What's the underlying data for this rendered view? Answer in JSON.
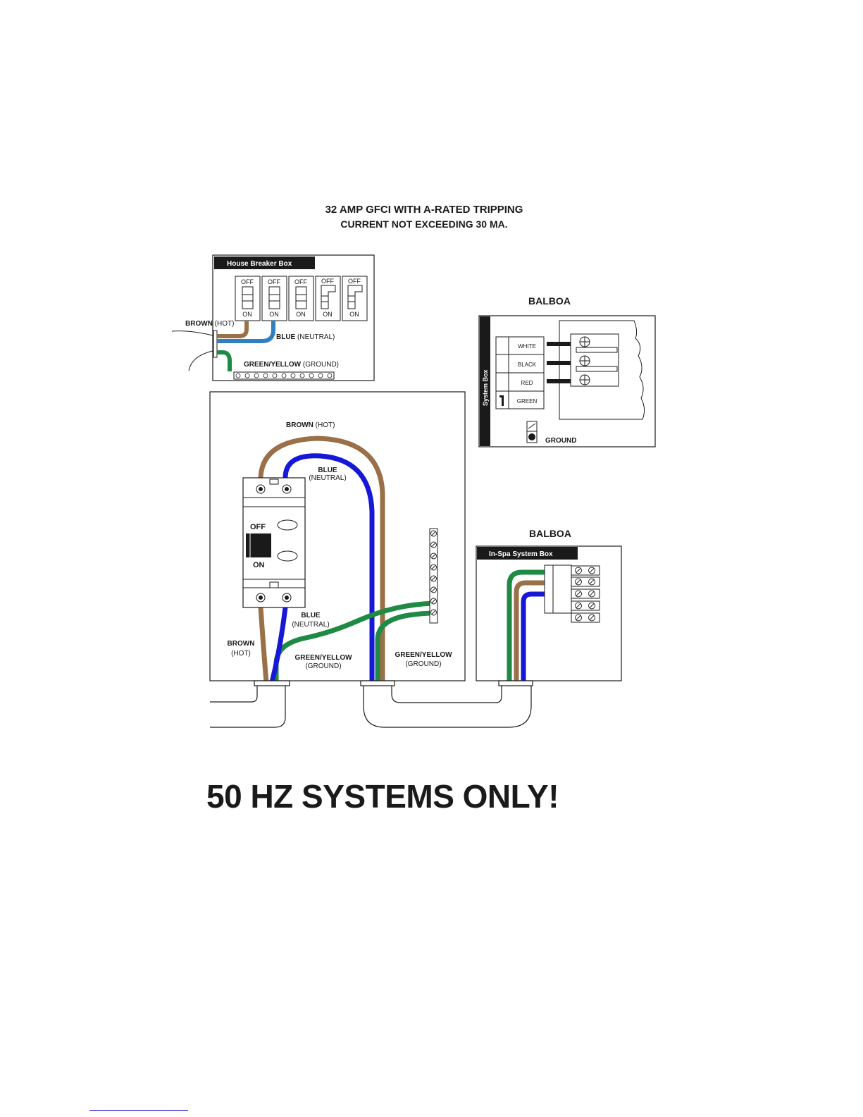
{
  "title": {
    "line1": "32 AMP GFCI WITH A-RATED TRIPPING",
    "line2": "CURRENT NOT EXCEEDING 30 MA."
  },
  "house_breaker_box": {
    "header": "House Breaker Box",
    "switches": [
      {
        "top": "OFF",
        "bottom": "ON"
      },
      {
        "top": "OFF",
        "bottom": "ON"
      },
      {
        "top": "OFF",
        "bottom": "ON"
      },
      {
        "top": "OFF",
        "bottom": "ON"
      },
      {
        "top": "OFF",
        "bottom": "ON"
      }
    ],
    "brown_bold": "BROWN",
    "brown_note": "(HOT)",
    "blue_bold": "BLUE",
    "blue_note": "(NEUTRAL)",
    "green_bold": "GREEN/YELLOW",
    "green_note": "(GROUND)"
  },
  "balboa_system_box": {
    "brand": "BALBOA",
    "side_label": "System Box",
    "terminals": [
      "WHITE",
      "BLACK",
      "RED",
      "GREEN"
    ],
    "ground": "GROUND"
  },
  "gfci_panel": {
    "brown_top_bold": "BROWN",
    "brown_top_note": "(HOT)",
    "blue_top_bold": "BLUE",
    "blue_top_note": "(NEUTRAL)",
    "off": "OFF",
    "on": "ON",
    "blue_bottom_bold": "BLUE",
    "blue_bottom_note": "(NEUTRAL)",
    "brown_bottom_bold": "BROWN",
    "brown_bottom_note": "(HOT)",
    "ground_left_bold": "GREEN/YELLOW",
    "ground_left_note": "(GROUND)",
    "ground_right_bold": "GREEN/YELLOW",
    "ground_right_note": "(GROUND)"
  },
  "balboa_in_spa_box": {
    "brand": "BALBOA",
    "header": "In-Spa System Box"
  },
  "notice": "50 HZ SYSTEMS ONLY!",
  "colors": {
    "brown": "#9a7048",
    "blue": "#1717d8",
    "house_blue": "#2f7fc1",
    "green": "#1e8a43",
    "ink": "#1a1a1a"
  }
}
